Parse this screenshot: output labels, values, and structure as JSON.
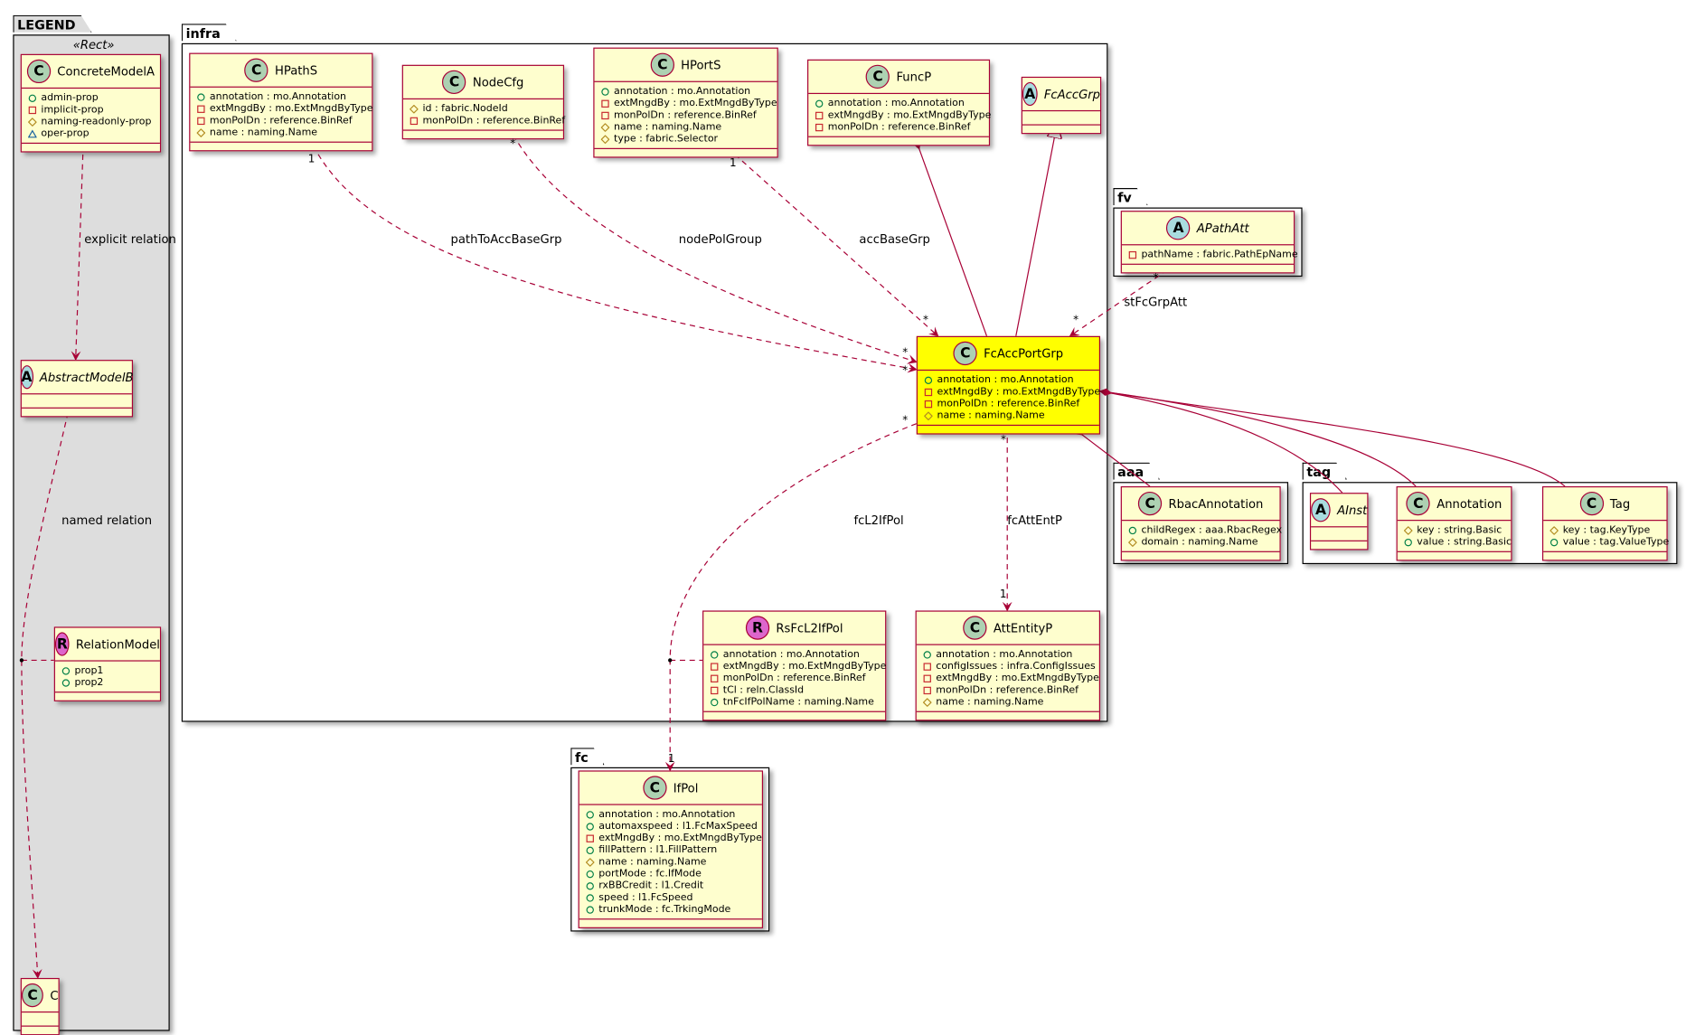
{
  "colors": {
    "class_fill": "#fefece",
    "class_border": "#a80036",
    "highlight": "#ffff00",
    "spot_class": "#add1b2",
    "spot_abstract": "#a9dcdf",
    "spot_relation": "#dd66cc",
    "legend_fill": "#dddddd",
    "edge": "#a80036"
  },
  "packages": [
    {
      "id": "legend",
      "name": "LEGEND",
      "stereotype": "«Rect»"
    },
    {
      "id": "infra",
      "name": "infra"
    },
    {
      "id": "fv",
      "name": "fv"
    },
    {
      "id": "aaa",
      "name": "aaa"
    },
    {
      "id": "tag",
      "name": "tag"
    },
    {
      "id": "fc",
      "name": "fc"
    }
  ],
  "classes": [
    {
      "id": "ConcreteModelA",
      "kind": "C",
      "name": "ConcreteModelA",
      "attrs": [
        [
          "+",
          "admin-prop"
        ],
        [
          "-",
          "implicit-prop"
        ],
        [
          "#",
          "naming-readonly-prop"
        ],
        [
          "~",
          "oper-prop"
        ]
      ]
    },
    {
      "id": "AbstractModelB",
      "kind": "A",
      "name": "AbstractModelB",
      "attrs": []
    },
    {
      "id": "RelationModel",
      "kind": "R",
      "name": "RelationModel",
      "attrs": [
        [
          "+",
          "prop1"
        ],
        [
          "+",
          "prop2"
        ]
      ]
    },
    {
      "id": "C",
      "kind": "C",
      "name": "C",
      "attrs": []
    },
    {
      "id": "HPathS",
      "kind": "C",
      "name": "HPathS",
      "attrs": [
        [
          "+",
          "annotation : mo.Annotation"
        ],
        [
          "-",
          "extMngdBy : mo.ExtMngdByType"
        ],
        [
          "-",
          "monPolDn : reference.BinRef"
        ],
        [
          "#",
          "name : naming.Name"
        ]
      ]
    },
    {
      "id": "NodeCfg",
      "kind": "C",
      "name": "NodeCfg",
      "attrs": [
        [
          "#",
          "id : fabric.NodeId"
        ],
        [
          "-",
          "monPolDn : reference.BinRef"
        ]
      ]
    },
    {
      "id": "HPortS",
      "kind": "C",
      "name": "HPortS",
      "attrs": [
        [
          "+",
          "annotation : mo.Annotation"
        ],
        [
          "-",
          "extMngdBy : mo.ExtMngdByType"
        ],
        [
          "-",
          "monPolDn : reference.BinRef"
        ],
        [
          "#",
          "name : naming.Name"
        ],
        [
          "#",
          "type : fabric.Selector"
        ]
      ]
    },
    {
      "id": "FuncP",
      "kind": "C",
      "name": "FuncP",
      "attrs": [
        [
          "+",
          "annotation : mo.Annotation"
        ],
        [
          "-",
          "extMngdBy : mo.ExtMngdByType"
        ],
        [
          "-",
          "monPolDn : reference.BinRef"
        ]
      ]
    },
    {
      "id": "FcAccGrp",
      "kind": "A",
      "name": "FcAccGrp",
      "attrs": []
    },
    {
      "id": "FcAccPortGrp",
      "kind": "C",
      "name": "FcAccPortGrp",
      "highlight": true,
      "attrs": [
        [
          "+",
          "annotation : mo.Annotation"
        ],
        [
          "-",
          "extMngdBy : mo.ExtMngdByType"
        ],
        [
          "-",
          "monPolDn : reference.BinRef"
        ],
        [
          "#",
          "name : naming.Name"
        ]
      ]
    },
    {
      "id": "RsFcL2IfPol",
      "kind": "R",
      "name": "RsFcL2IfPol",
      "attrs": [
        [
          "+",
          "annotation : mo.Annotation"
        ],
        [
          "-",
          "extMngdBy : mo.ExtMngdByType"
        ],
        [
          "-",
          "monPolDn : reference.BinRef"
        ],
        [
          "-",
          "tCl : reln.ClassId"
        ],
        [
          "+",
          "tnFcIfPolName : naming.Name"
        ]
      ]
    },
    {
      "id": "AttEntityP",
      "kind": "C",
      "name": "AttEntityP",
      "attrs": [
        [
          "+",
          "annotation : mo.Annotation"
        ],
        [
          "-",
          "configIssues : infra.ConfigIssues"
        ],
        [
          "-",
          "extMngdBy : mo.ExtMngdByType"
        ],
        [
          "-",
          "monPolDn : reference.BinRef"
        ],
        [
          "#",
          "name : naming.Name"
        ]
      ]
    },
    {
      "id": "APathAtt",
      "kind": "A",
      "name": "APathAtt",
      "attrs": [
        [
          "-",
          "pathName : fabric.PathEpName"
        ]
      ]
    },
    {
      "id": "RbacAnnotation",
      "kind": "C",
      "name": "RbacAnnotation",
      "attrs": [
        [
          "+",
          "childRegex : aaa.RbacRegex"
        ],
        [
          "#",
          "domain : naming.Name"
        ]
      ]
    },
    {
      "id": "AInst",
      "kind": "A",
      "name": "AInst",
      "attrs": []
    },
    {
      "id": "Annotation",
      "kind": "C",
      "name": "Annotation",
      "attrs": [
        [
          "#",
          "key : string.Basic"
        ],
        [
          "+",
          "value : string.Basic"
        ]
      ]
    },
    {
      "id": "Tag",
      "kind": "C",
      "name": "Tag",
      "attrs": [
        [
          "#",
          "key : tag.KeyType"
        ],
        [
          "+",
          "value : tag.ValueType"
        ]
      ]
    },
    {
      "id": "IfPol",
      "kind": "C",
      "name": "IfPol",
      "attrs": [
        [
          "+",
          "annotation : mo.Annotation"
        ],
        [
          "+",
          "automaxspeed : l1.FcMaxSpeed"
        ],
        [
          "-",
          "extMngdBy : mo.ExtMngdByType"
        ],
        [
          "+",
          "fillPattern : l1.FillPattern"
        ],
        [
          "#",
          "name : naming.Name"
        ],
        [
          "+",
          "portMode : fc.IfMode"
        ],
        [
          "+",
          "rxBBCredit : l1.Credit"
        ],
        [
          "+",
          "speed : l1.FcSpeed"
        ],
        [
          "+",
          "trunkMode : fc.TrkingMode"
        ]
      ]
    }
  ],
  "relations": {
    "explicit": "explicit relation",
    "named": "named relation",
    "pathToAccBaseGrp": "pathToAccBaseGrp",
    "nodePolGroup": "nodePolGroup",
    "accBaseGrp": "accBaseGrp",
    "stFcGrpAtt": "stFcGrpAtt",
    "fcL2IfPol": "fcL2IfPol",
    "fcAttEntP": "fcAttEntP"
  },
  "multiplicities": {
    "one": "1",
    "many": "*"
  }
}
